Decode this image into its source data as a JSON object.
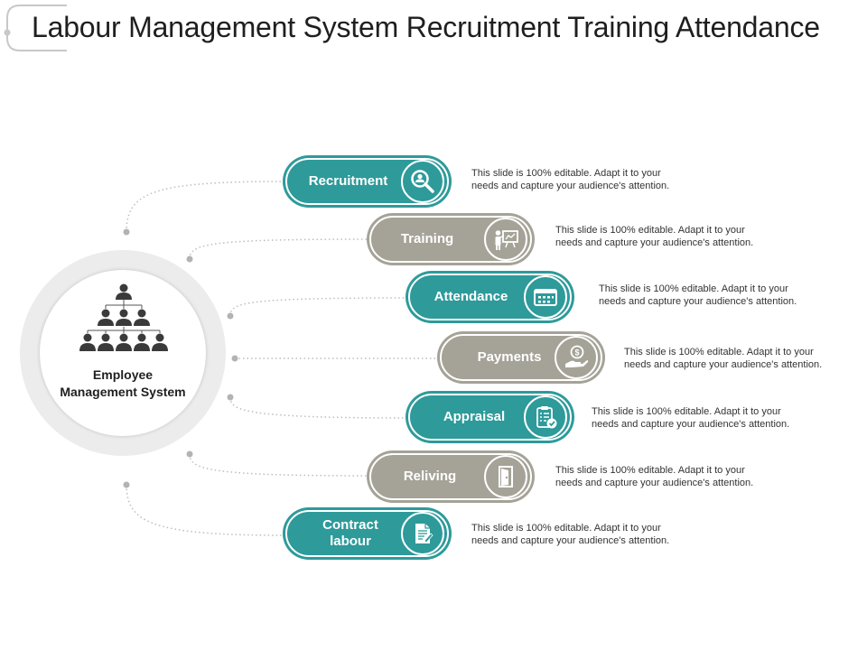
{
  "title": "Labour Management System Recruitment Training Attendance",
  "hub": {
    "line1": "Employee",
    "line2": "Management System",
    "icon": "org-chart-icon"
  },
  "colors": {
    "teal": "#2e9a9a",
    "gray": "#a5a297"
  },
  "items": [
    {
      "label": "Recruitment",
      "icon": "search-person-icon",
      "color": "teal",
      "desc1": "This slide is 100% editable. Adapt it to your",
      "desc2": "needs and capture your audience's attention."
    },
    {
      "label": "Training",
      "icon": "presentation-icon",
      "color": "gray",
      "desc1": "This slide is 100% editable. Adapt it to your",
      "desc2": "needs and capture your audience's attention."
    },
    {
      "label": "Attendance",
      "icon": "calendar-icon",
      "color": "teal",
      "desc1": "This slide is 100% editable. Adapt it to your",
      "desc2": "needs and capture your audience's attention."
    },
    {
      "label": "Payments",
      "icon": "money-hand-icon",
      "color": "gray",
      "desc1": "This slide is 100% editable. Adapt it to your",
      "desc2": "needs and capture your audience's attention."
    },
    {
      "label": "Appraisal",
      "icon": "checklist-icon",
      "color": "teal",
      "desc1": "This slide is 100% editable. Adapt it to your",
      "desc2": "needs and capture your audience's attention."
    },
    {
      "label": "Reliving",
      "icon": "door-exit-icon",
      "color": "gray",
      "desc1": "This slide is 100% editable. Adapt it to your",
      "desc2": "needs and capture your audience's attention."
    },
    {
      "label": "Contract labour",
      "label1": "Contract",
      "label2": "labour",
      "icon": "document-icon",
      "color": "teal",
      "desc1": "This slide is 100% editable. Adapt it to your",
      "desc2": "needs and capture your audience's attention."
    }
  ]
}
